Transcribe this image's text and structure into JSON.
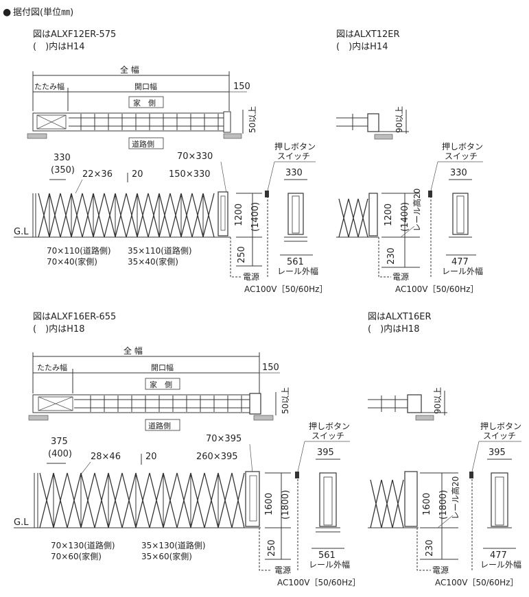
{
  "header": {
    "bullet": "●",
    "title": "据付図(単位㎜)"
  },
  "ground_label": "G.L",
  "common": {
    "family_side": "家　側",
    "road_side": "道路側",
    "full_width": "全 幅",
    "fold_width": "たたみ幅",
    "opening_width": "開口幅",
    "push_button": "押しボタン",
    "switch": "スイッチ",
    "power": "電源",
    "ac": "AC100V［50/60Hz］",
    "rail_outer": "レール外幅",
    "rail_height": "レール高20"
  },
  "d12": {
    "caption": "図はALXF12ER-575",
    "caption2": "(　)内はH14",
    "dim_150": "150",
    "dim_50": "50以上",
    "dim_330a": "330",
    "dim_350": "(350)",
    "dim_22x36": "22×36",
    "dim_20": "20",
    "dim_70x330": "70×330",
    "dim_150x330": "150×330",
    "dim_1200": "1200",
    "dim_1400": "(1400)",
    "dim_250": "250",
    "post_road": "70×110(道路側)",
    "post_house": "70×40(家側)",
    "bar_road": "35×110(道路側)",
    "bar_house": "35×40(家側)",
    "side_330": "330",
    "side_561": "561"
  },
  "t12": {
    "caption": "図はALXT12ER",
    "caption2": "(　)内はH14",
    "dim_90": "90以上",
    "dim_1200": "1200",
    "dim_1400": "(1400)",
    "dim_230": "230",
    "side_330": "330",
    "side_477": "477"
  },
  "d16": {
    "caption": "図はALXF16ER-655",
    "caption2": "(　)内はH18",
    "dim_150": "150",
    "dim_50": "50以上",
    "dim_375": "375",
    "dim_400": "(400)",
    "dim_28x46": "28×46",
    "dim_20": "20",
    "dim_70x395": "70×395",
    "dim_260x395": "260×395",
    "dim_1600": "1600",
    "dim_1800": "(1800)",
    "dim_250": "250",
    "post_road": "70×130(道路側)",
    "post_house": "70×60(家側)",
    "bar_road": "35×130(道路側)",
    "bar_house": "35×60(家側)",
    "side_395": "395",
    "side_561": "561"
  },
  "t16": {
    "caption": "図はALXT16ER",
    "caption2": "(　)内はH18",
    "dim_90": "90以上",
    "dim_1600": "1600",
    "dim_1800": "(1800)",
    "dim_230": "230",
    "side_395": "395",
    "side_477": "477"
  }
}
